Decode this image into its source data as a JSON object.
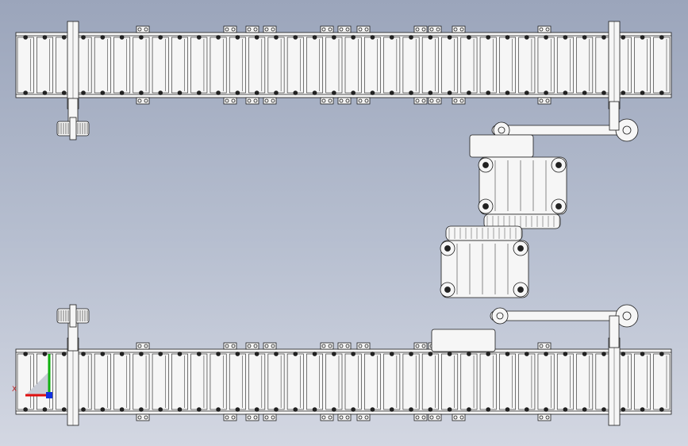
{
  "viewport": {
    "background_top": "#9ba5bb",
    "background_bottom": "#d3d7e2"
  },
  "colors": {
    "part_fill": "#f6f6f6",
    "part_stroke": "#1a1a1a",
    "axis_x": "#e01010",
    "axis_y": "#10b010",
    "axis_z": "#1030e0"
  },
  "model": {
    "conveyors": [
      {
        "name": "upper-conveyor"
      },
      {
        "name": "lower-conveyor"
      }
    ],
    "motor_assemblies": [
      {
        "name": "upper-motor-assembly"
      },
      {
        "name": "lower-motor-assembly"
      }
    ],
    "pulleys": [
      {
        "name": "left-upper-pulley"
      },
      {
        "name": "left-lower-pulley"
      }
    ]
  },
  "triad": {
    "x_label": "X",
    "icon": "coordinate-triad-icon"
  }
}
